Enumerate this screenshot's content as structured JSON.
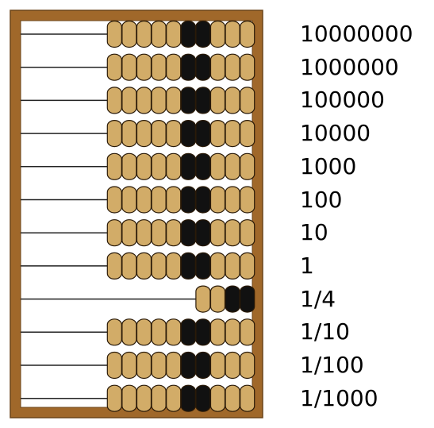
{
  "colors": {
    "frame": "#a0682a",
    "frame_stroke": "#6b4418",
    "bead": "#d2ac68",
    "bead_dark": "#111111",
    "bead_stroke": "#2a1a08",
    "rod": "#222222",
    "board": "#ffffff"
  },
  "rows": [
    {
      "label": "10000000",
      "beads": 10,
      "dark": [
        5,
        6
      ]
    },
    {
      "label": "1000000",
      "beads": 10,
      "dark": [
        5,
        6
      ]
    },
    {
      "label": "100000",
      "beads": 10,
      "dark": [
        5,
        6
      ]
    },
    {
      "label": "10000",
      "beads": 10,
      "dark": [
        5,
        6
      ]
    },
    {
      "label": "1000",
      "beads": 10,
      "dark": [
        5,
        6
      ]
    },
    {
      "label": "100",
      "beads": 10,
      "dark": [
        5,
        6
      ]
    },
    {
      "label": "10",
      "beads": 10,
      "dark": [
        5,
        6
      ]
    },
    {
      "label": "1",
      "beads": 10,
      "dark": [
        5,
        6
      ]
    },
    {
      "label": "1/4",
      "beads": 4,
      "dark": [
        2,
        3
      ]
    },
    {
      "label": "1/10",
      "beads": 10,
      "dark": [
        5,
        6
      ]
    },
    {
      "label": "1/100",
      "beads": 10,
      "dark": [
        5,
        6
      ]
    },
    {
      "label": "1/1000",
      "beads": 10,
      "dark": [
        5,
        6
      ]
    }
  ]
}
